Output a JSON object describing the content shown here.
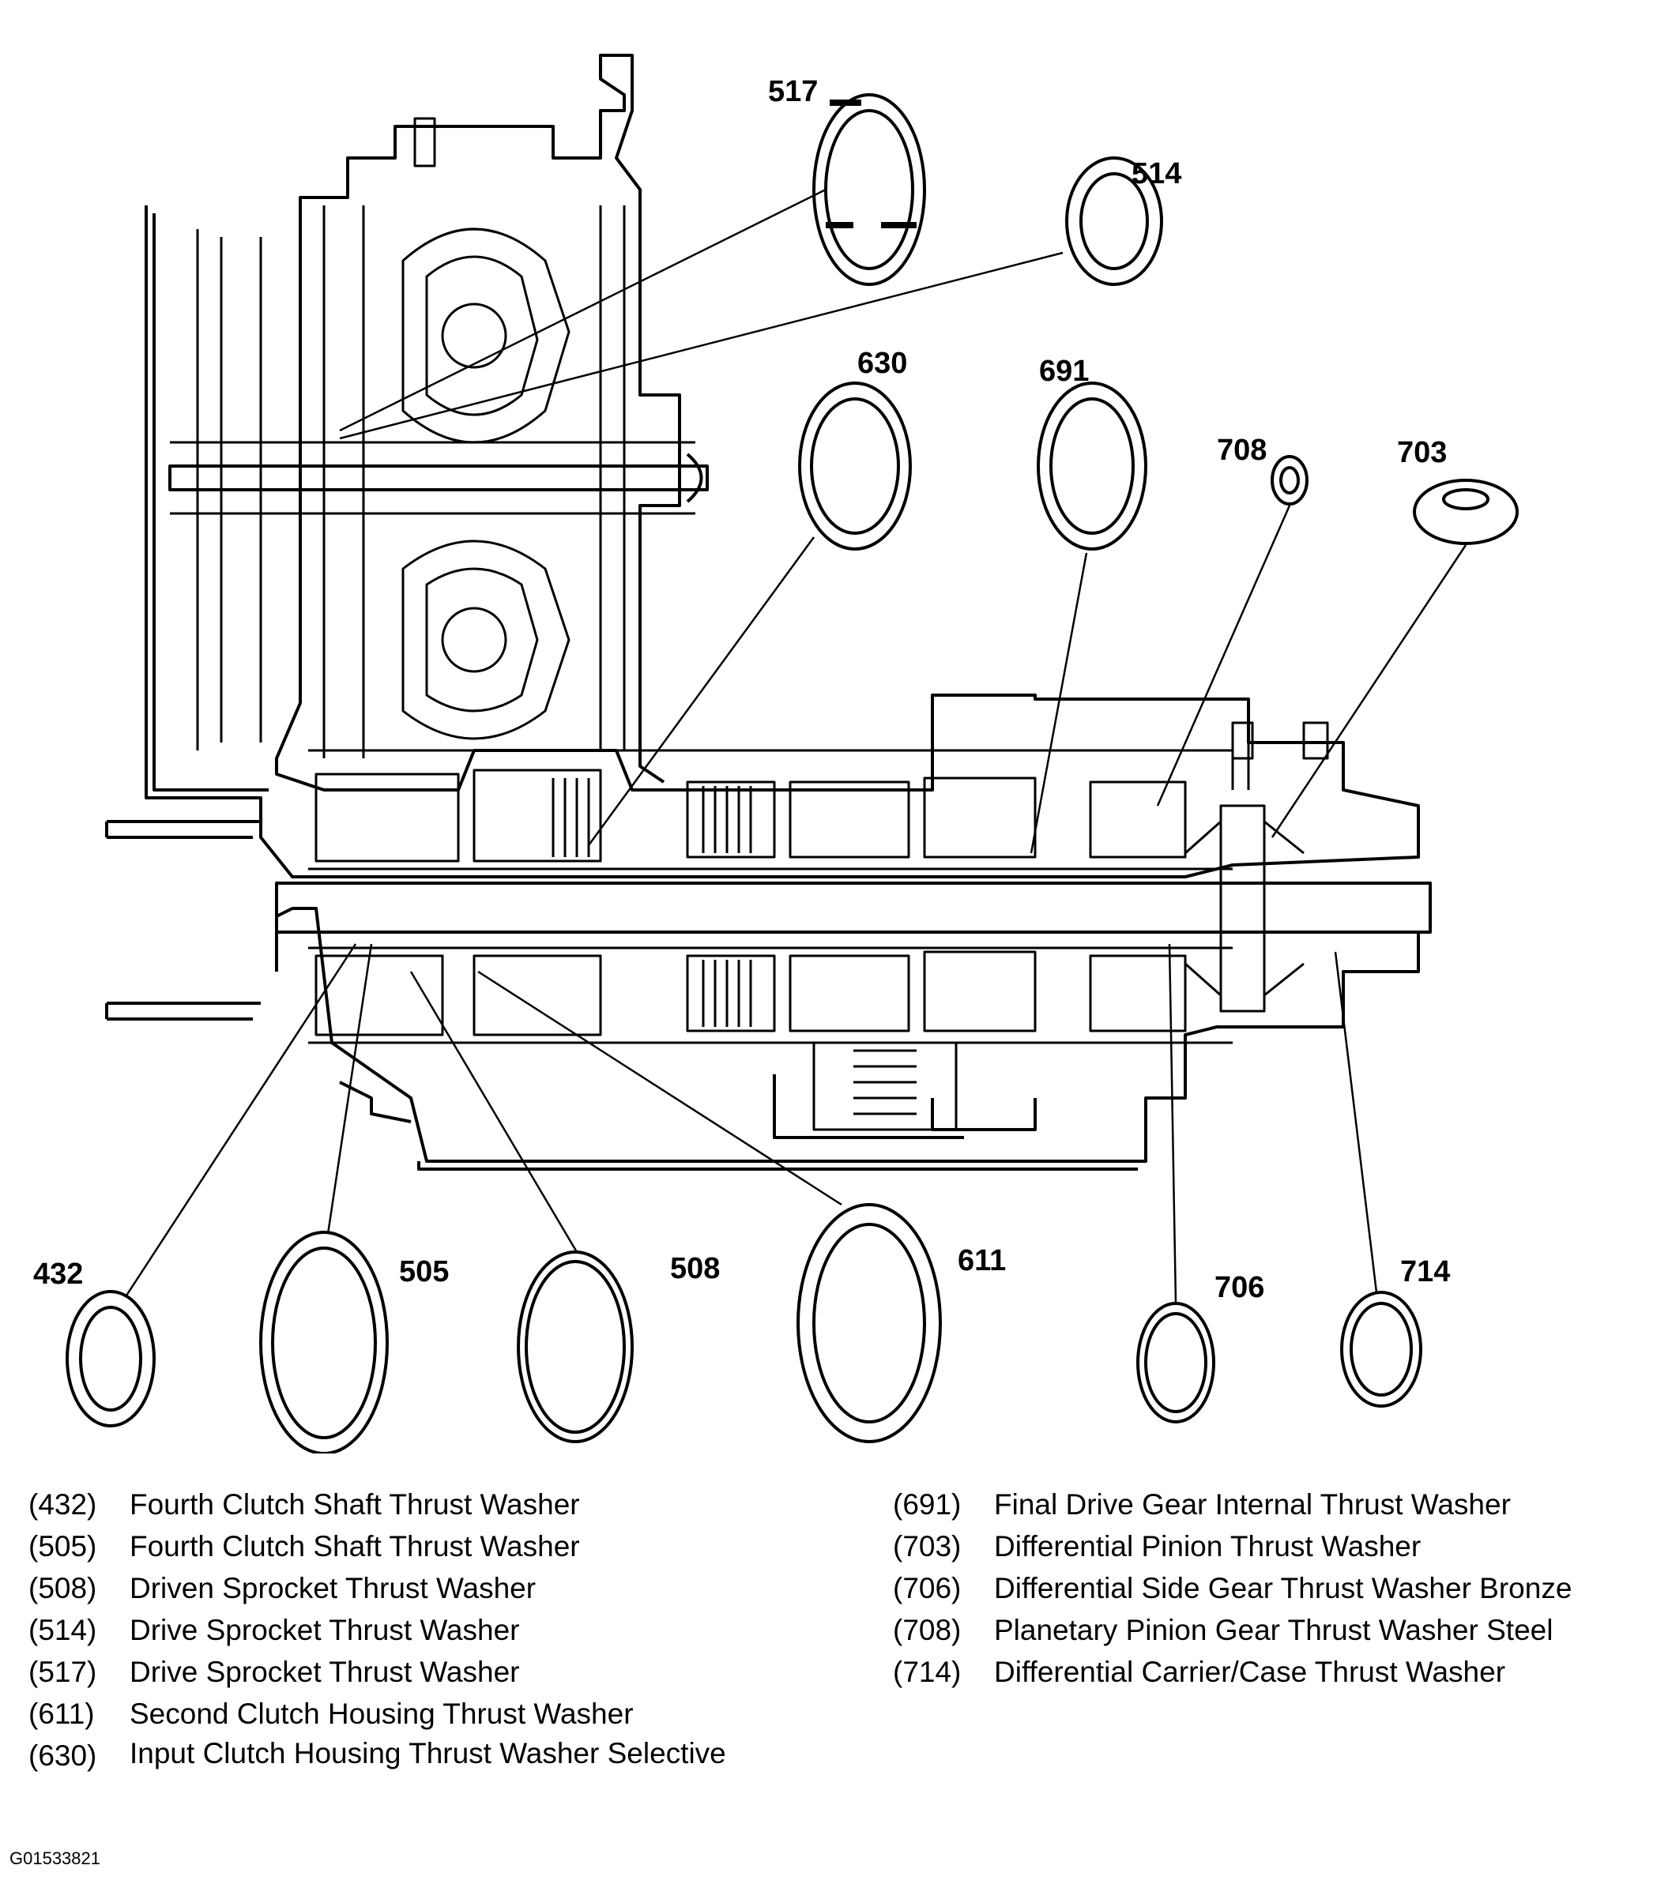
{
  "callouts": [
    {
      "id": "517",
      "label": "517"
    },
    {
      "id": "514",
      "label": "514"
    },
    {
      "id": "630",
      "label": "630"
    },
    {
      "id": "691",
      "label": "691"
    },
    {
      "id": "708",
      "label": "708"
    },
    {
      "id": "703",
      "label": "703"
    },
    {
      "id": "432",
      "label": "432"
    },
    {
      "id": "505",
      "label": "505"
    },
    {
      "id": "508",
      "label": "508"
    },
    {
      "id": "611",
      "label": "611"
    },
    {
      "id": "706",
      "label": "706"
    },
    {
      "id": "714",
      "label": "714"
    }
  ],
  "legend": {
    "left": [
      {
        "num": "(432)",
        "desc": "Fourth Clutch Shaft Thrust Washer"
      },
      {
        "num": "(505)",
        "desc": "Fourth Clutch Shaft Thrust Washer"
      },
      {
        "num": "(508)",
        "desc": "Driven Sprocket Thrust Washer"
      },
      {
        "num": "(514)",
        "desc": "Drive Sprocket Thrust Washer"
      },
      {
        "num": "(517)",
        "desc": "Drive Sprocket Thrust Washer"
      },
      {
        "num": "(611)",
        "desc": "Second Clutch Housing Thrust Washer"
      },
      {
        "num": "(630)",
        "desc": "Input Clutch Housing Thrust Washer Selective"
      }
    ],
    "right": [
      {
        "num": "(691)",
        "desc": "Final Drive Gear Internal Thrust Washer"
      },
      {
        "num": "(703)",
        "desc": "Differential Pinion Thrust Washer"
      },
      {
        "num": "(706)",
        "desc": "Differential Side Gear Thrust Washer Bronze"
      },
      {
        "num": "(708)",
        "desc": "Planetary Pinion Gear Thrust Washer Steel"
      },
      {
        "num": "(714)",
        "desc": "Differential Carrier/Case Thrust Washer"
      }
    ]
  },
  "figure_id": "G01533821"
}
